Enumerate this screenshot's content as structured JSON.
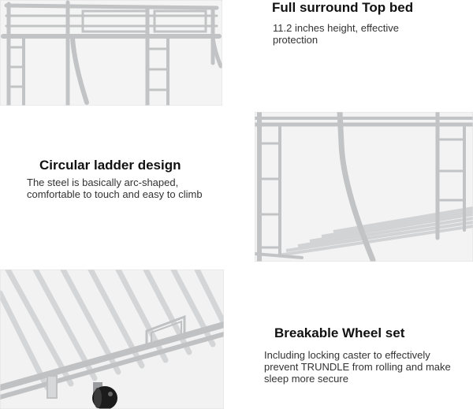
{
  "features": [
    {
      "title": "Full surround Top bed",
      "description": "11.2 inches height, effective protection"
    },
    {
      "title": "Circular ladder design",
      "description": "The steel is basically arc-shaped, comfortable to touch and easy to climb"
    },
    {
      "title": "Breakable Wheel set",
      "description": "Including locking caster to effectively prevent TRUNDLE from rolling and make sleep more secure"
    }
  ],
  "colors": {
    "background": "#ffffff",
    "metal": "#c9cacc",
    "metal_dark": "#9b9c9f",
    "wheel": "#1b1b1b",
    "title_text": "#111111",
    "body_text": "#333333"
  }
}
